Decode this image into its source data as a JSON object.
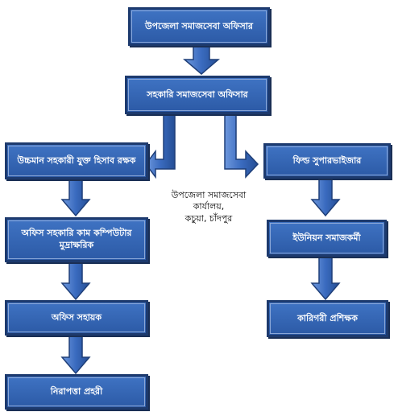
{
  "colors": {
    "box_fill": "#3f73c3",
    "box_border": "#1d3a6e",
    "arrow_fill": "#3a6bbf",
    "arrow_edge": "#1f3f78"
  },
  "nodes": {
    "upazila_officer": "উপজেলা সমাজসেবা অফিসার",
    "asst_officer": "সহকারি সমাজসেবা অফিসার",
    "upper_asst_accountant": "উচ্চমান সহকারী যুক্ত হিসাব রক্ষক",
    "field_supervisor": "ফিল্ড সুপারভাইজার",
    "office_assistant_typist": "অফিস সহকারি কাম কম্পিউটার মুদ্রাক্ষরিক",
    "union_social_worker": "ইউনিয়ন সমাজকর্মী",
    "office_helper": "অফিস সহায়ক",
    "technical_instructor": "কারিগরী প্রশিক্ষক",
    "night_guard": "নিরাপত্তা প্রহরী"
  },
  "center_label": {
    "line1": "উপজেলা সমাজসেবা",
    "line2": "কার্যালয়,",
    "line3": "কচুয়া, চাঁদপুর"
  }
}
